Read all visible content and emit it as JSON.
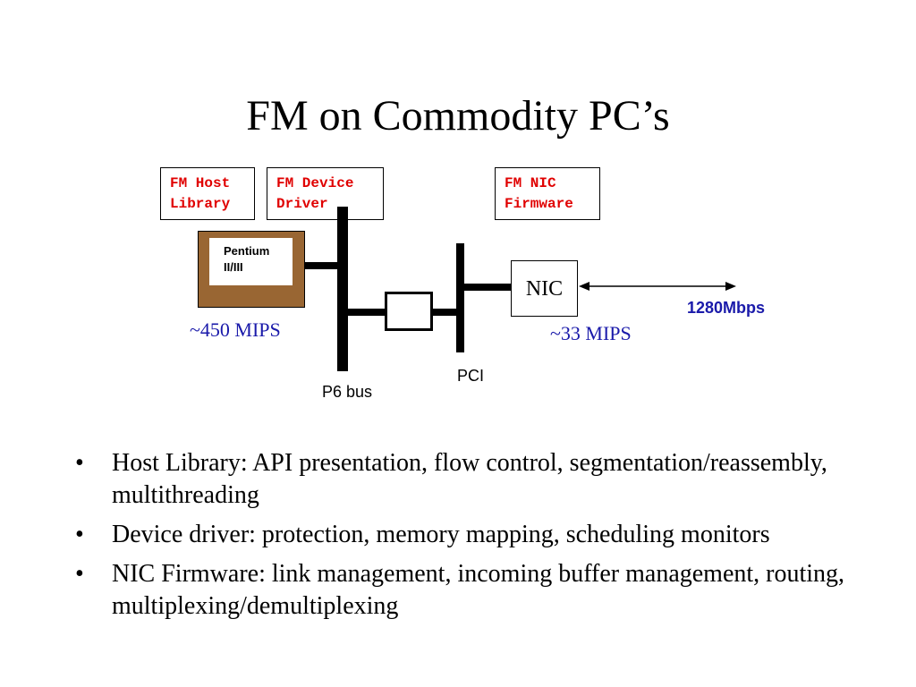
{
  "slide": {
    "title": "FM on Commodity PC’s"
  },
  "diagram": {
    "host_library_label": "FM Host\nLibrary",
    "device_driver_label": "FM Device\nDriver",
    "nic_firmware_label": "FM NIC\nFirmware",
    "cpu_label": "Pentium\nII/III",
    "cpu_speed": "~450 MIPS",
    "nic_label": "NIC",
    "nic_speed": "~33 MIPS",
    "link_rate": "1280Mbps",
    "p6_bus_label": "P6 bus",
    "pci_label": "PCI",
    "colors": {
      "label_text": "#e00000",
      "speed_text": "#1a1aaa",
      "cpu_fill": "#996633"
    }
  },
  "bullets": [
    "Host Library: API presentation, flow control, segmentation/reassembly, multithreading",
    "Device driver: protection, memory mapping, scheduling monitors",
    "NIC Firmware: link management, incoming buffer management, routing, multiplexing/demultiplexing"
  ],
  "bullet_glyph": "•"
}
